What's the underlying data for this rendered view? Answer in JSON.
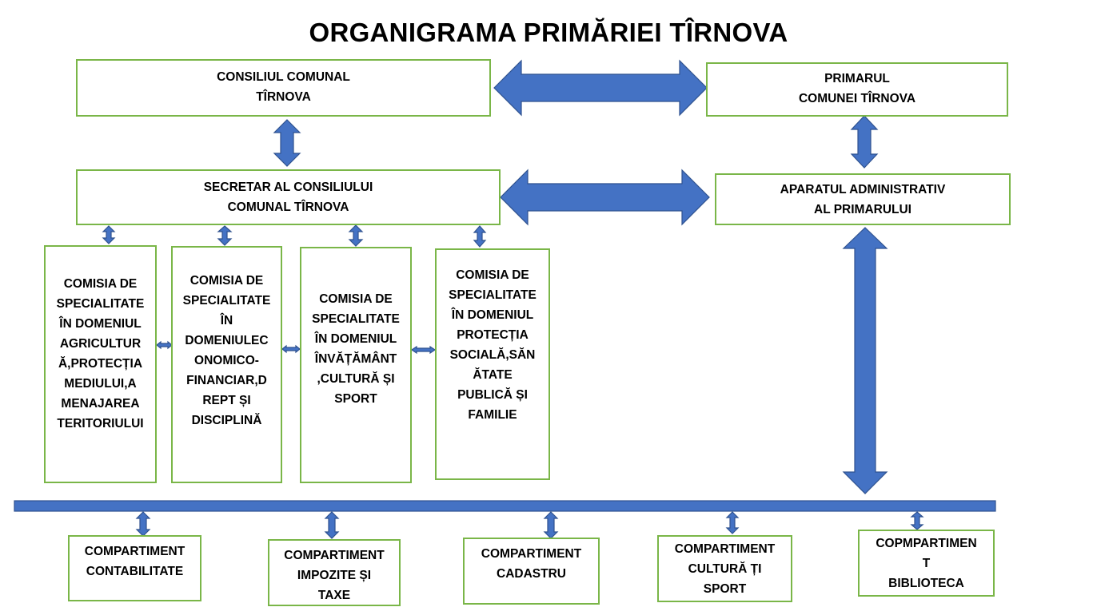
{
  "title": "ORGANIGRAMA PRIMĂRIEI TÎRNOVA",
  "colors": {
    "box_border": "#7ab648",
    "arrow_fill": "#4472c4",
    "arrow_stroke": "#2f528f"
  },
  "top": {
    "consiliu": "CONSILIUL COMUNAL\nTÎRNOVA",
    "primar": "PRIMARUL\nCOMUNEI TÎRNOVA"
  },
  "middle": {
    "secretar": "SECRETAR AL CONSILIULUI\nCOMUNAL TÎRNOVA",
    "aparat": "APARATUL ADMINISTRATIV\nAL PRIMARULUI"
  },
  "commissions": [
    "COMISIA DE\nSPECIALITATE\nÎN DOMENIUL\nAGRICULTUR\nĂ,PROTECȚIA\nMEDIULUI,A\nMENAJAREA\nTERITORIULUI",
    "COMISIA DE\nSPECIALITATE\nÎN\nDOMENIULEC\nONOMICO-\nFINANCIAR,D\nREPT ȘI\nDISCIPLINĂ",
    "COMISIA DE\nSPECIALITATE\nÎN DOMENIUL\nÎNVĂȚĂMÂNT\n,CULTURĂ ȘI\nSPORT",
    "COMISIA DE\nSPECIALITATE\nÎN DOMENIUL\nPROTECȚIA\nSOCIALĂ,SĂN\nĂTATE\nPUBLICĂ ȘI\nFAMILIE"
  ],
  "compartments": [
    "COMPARTIMENT\nCONTABILITATE",
    "COMPARTIMENT\nIMPOZITE ȘI\nTAXE",
    "COMPARTIMENT\nCADASTRU",
    "COMPARTIMENT\nCULTURĂ ȚI\nSPORT",
    "COPMPARTIMEN\nT\nBIBLIOTECA"
  ]
}
